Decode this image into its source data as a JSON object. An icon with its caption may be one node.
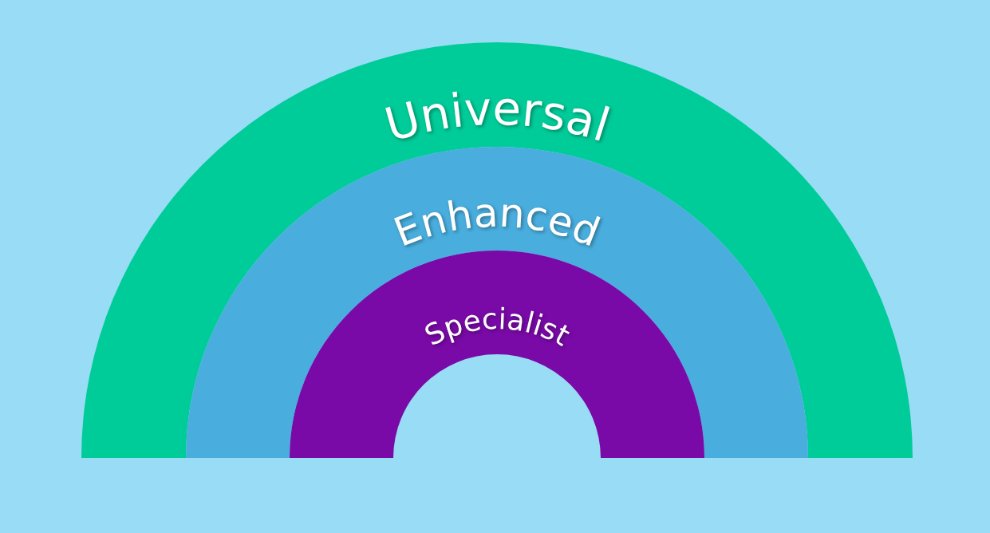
{
  "diagram": {
    "nodes": [
      {
        "text": [
          "Universal"
        ]
      },
      {
        "text": [
          "Enhanced"
        ],
        "in": 0
      },
      {
        "text": [
          "Specialist"
        ],
        "in": 1
      }
    ]
  }
}
